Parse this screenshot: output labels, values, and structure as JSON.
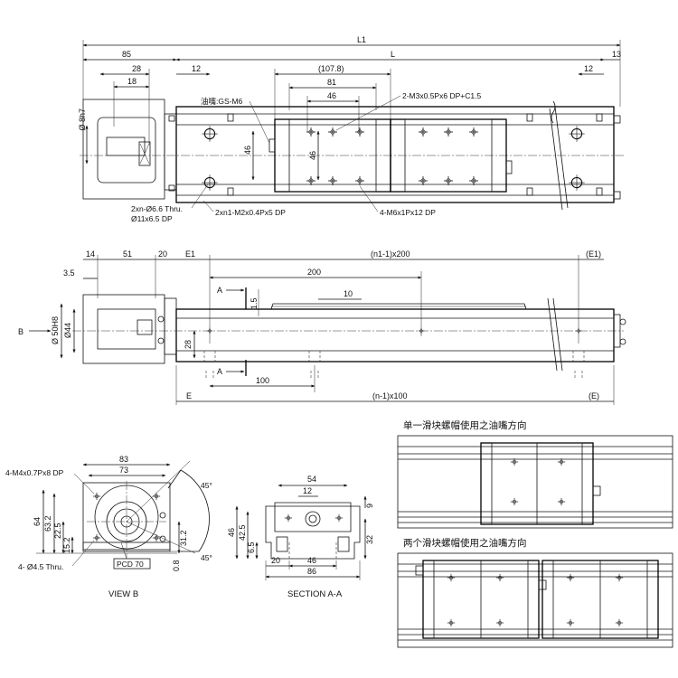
{
  "top_view": {
    "L1": "L1",
    "L": "L",
    "d85": "85",
    "d28": "28",
    "d18": "18",
    "d12_left": "12",
    "d12_right": "12",
    "d13": "13",
    "d107": "(107.8)",
    "d81": "81",
    "d46_top": "46",
    "d46_v1": "46",
    "d46_v2": "46",
    "phi8": "Ø 8h7",
    "oil": "油嘴:GS-M6",
    "tap1": "2-M3x0.5Px6 DP+C1.5",
    "thru_a": "2xn-Ø6.6 Thru.",
    "thru_b": "Ø11x6.5 DP",
    "tap2": "2xn1-M2x0.4Px5 DP",
    "tap3": "4-M6x1Px12 DP"
  },
  "side_view": {
    "d14": "14",
    "d51": "51",
    "d20": "20",
    "e1_left": "E1",
    "pitch_top": "(n1-1)x200",
    "e1_right": "(E1)",
    "d35": "3.5",
    "d200": "200",
    "d10": "10",
    "d15": "1.5",
    "d28": "28",
    "phi50": "Ø 50H8",
    "phi44": "Ø44",
    "arrow_b": "B",
    "sec_a1": "A",
    "sec_a2": "A",
    "d100": "100",
    "e_left": "E",
    "pitch_bottom": "(n-1)x100",
    "e_right": "(E)"
  },
  "view_b": {
    "title": "VIEW B",
    "d83": "83",
    "d73": "73",
    "tap": "4-M4x0.7Px8 DP",
    "d64": "64",
    "d632": "63.2",
    "d225": "22.5",
    "d152": "15.2",
    "d312": "31.2",
    "d08": "0.8",
    "thru": "4- Ø4.5 Thru.",
    "pcd": "PCD 70",
    "ang1": "45°",
    "ang2": "45°"
  },
  "section_aa": {
    "title": "SECTION A-A",
    "d54": "54",
    "d12": "12",
    "d9": "9",
    "d46": "46",
    "d425": "42.5",
    "d65": "6.5",
    "d32": "32",
    "d20": "20",
    "d46b": "46",
    "d86": "86"
  },
  "insets": {
    "single_title": "单一滑块螺帽使用之油嘴方向",
    "double_title": "两个滑块螺帽使用之油嘴方向"
  }
}
